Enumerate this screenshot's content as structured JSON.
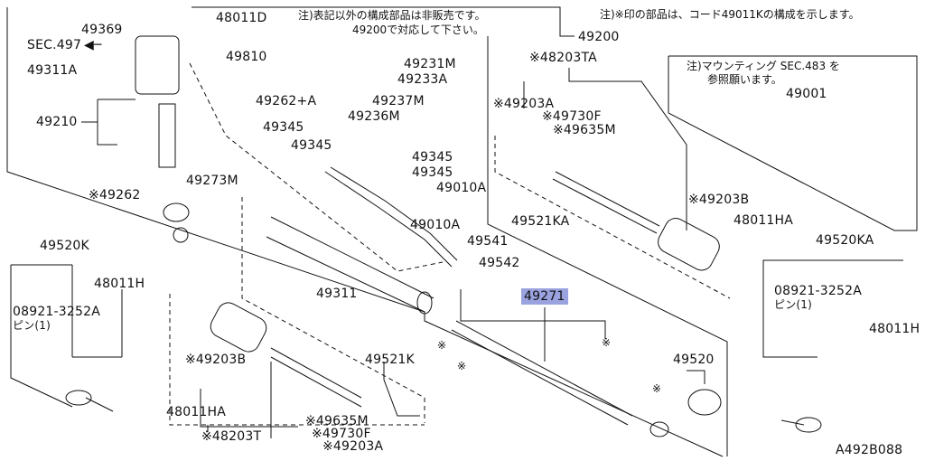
{
  "diagram_code": "A492B088",
  "notes": {
    "top_center_line1": "注)表記以外の構成部品は非販売です。",
    "top_center_line2": "49200で対応して下さい。",
    "top_right": "注)※印の部品は、コード49011Kの構成を示します。",
    "mounting_line1": "注)マウンティング SEC.483 を",
    "mounting_line2": "参照願います。"
  },
  "sec_ref": "SEC.497",
  "labels": {
    "p49369": "49369",
    "p49311a": "49311A",
    "p49210": "49210",
    "p49262m": "※49262",
    "p49273m": "49273M",
    "p48011d": "48011D",
    "p49810": "49810",
    "p49262a": "49262+A",
    "p49200": "49200",
    "p49231m": "49231M",
    "p49233a": "49233A",
    "p49237m": "49237M",
    "p49236m": "49236M",
    "p49345a": "49345",
    "p49345b": "49345",
    "p49345c": "49345",
    "p49345d": "49345",
    "p49010a1": "49010A",
    "p49010a2": "49010A",
    "p49541": "49541",
    "p49542": "49542",
    "p49311": "49311",
    "p48203ta": "※48203TA",
    "p49203a1": "※49203A",
    "p49730f1": "※49730F",
    "p49635m1": "※49635M",
    "p49521ka": "49521KA",
    "p49203b2": "※49203B",
    "p48011ha2": "48011HA",
    "p49001": "49001",
    "p49520ka": "49520KA",
    "p08921r": "08921-3252A",
    "ppinr": "ピン(1)",
    "p48011hr": "48011H",
    "p49520k": "49520K",
    "p48011hl": "48011H",
    "p08921l": "08921-3252A",
    "ppinl": "ピン(1)",
    "p49203b1": "※49203B",
    "p48011ha1": "48011HA",
    "p48203t": "※48203T",
    "p49521k": "49521K",
    "p49635m2": "※49635M",
    "p49730f2": "※49730F",
    "p49203a2": "※49203A",
    "p49271": "49271",
    "p49520": "49520",
    "star1": "※",
    "star2": "※",
    "star3": "※",
    "star4": "※"
  },
  "colors": {
    "highlight": "#9aa2e0",
    "line": "#111111"
  }
}
